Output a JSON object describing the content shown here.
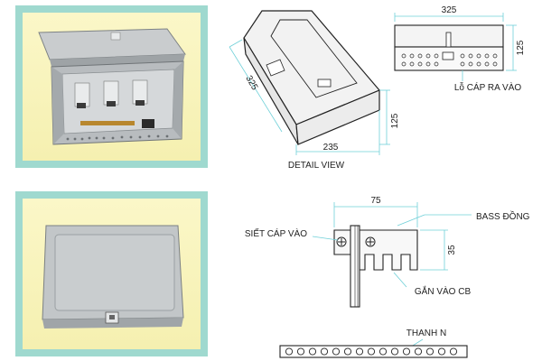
{
  "views": {
    "detail_view_label": "DETAIL VIEW",
    "front_dims": {
      "width": "325",
      "height": "125"
    },
    "iso_dims": {
      "length": "325",
      "width": "235",
      "height": "125"
    },
    "cable_hole_label": "Lỗ CÁP RA VÀO"
  },
  "busbar": {
    "width": "75",
    "height": "35",
    "cable_clamp_label": "SIẾT CÁP VÀO",
    "copper_bar_label": "BASS ĐỒNG",
    "breaker_mount_label": "GẮN VÀO CB",
    "neutral_bar_label": "THANH N"
  },
  "colors": {
    "frame": "#9fd9cf",
    "photo_bg": "#f7f2b8",
    "dimension_line": "#6fd0d8",
    "line": "#222222"
  }
}
